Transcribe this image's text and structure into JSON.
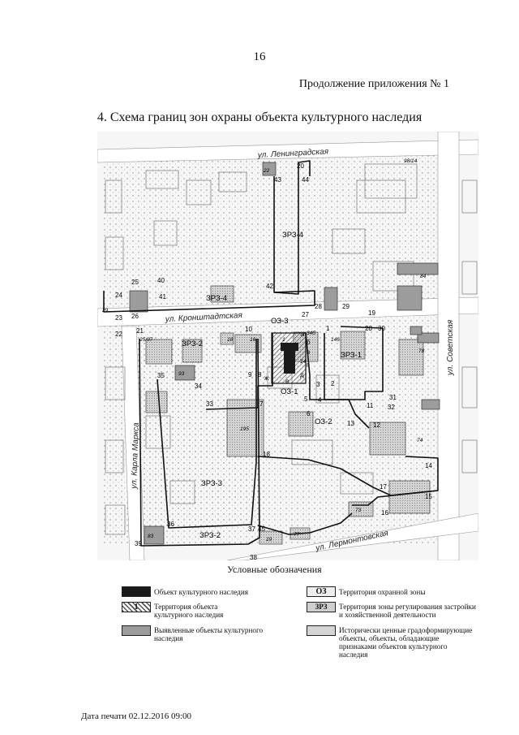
{
  "header": {
    "page_number": "16",
    "appendix": "Продолжение приложения № 1",
    "title": "4. Схема границ зон охраны объекта культурного наследия"
  },
  "map": {
    "streets": {
      "leningradskaya": "ул. Ленинградская",
      "kronshtadtskaya": "ул. Кронштадтская",
      "sovetskaya": "ул. Советская",
      "karla_marksa": "ул. Карла Маркса",
      "lermontovskaya": "ул. Лермонтовская"
    },
    "zones": {
      "zrz4_top": "ЗРЗ-4",
      "zrz4_strip": "ЗРЗ-4",
      "oz3": "ОЗ-3",
      "oz1": "ОЗ-1",
      "oz2": "ОЗ-2",
      "zrz1": "ЗРЗ-1",
      "zrz2_left": "ЗРЗ-2",
      "zrz3": "ЗРЗ-3",
      "zrz2_bottom": "ЗРЗ-2"
    },
    "points": {
      "p1": "1",
      "p2": "2",
      "p3": "3",
      "p4": "4",
      "p5": "5",
      "p6": "6",
      "p7": "7",
      "p8": "8",
      "p9": "9",
      "p10": "10",
      "p11": "11",
      "p12": "12",
      "p13": "13",
      "p14": "14",
      "p15": "15",
      "p16": "16",
      "p17": "17",
      "p18": "18",
      "p19": "19",
      "p20a": "20",
      "p20b": "20",
      "p21": "21",
      "p22": "22",
      "p23": "23",
      "p24": "24",
      "p25": "25",
      "p26": "26",
      "p27": "27",
      "p28": "28",
      "p29": "29",
      "p30": "30",
      "p31": "31",
      "p32": "32",
      "p33": "33",
      "p34": "34",
      "p35": "35",
      "p36": "36",
      "p37": "37",
      "p38": "38",
      "p39": "39",
      "p40": "40",
      "p41": "41",
      "p42": "42",
      "p43": "43",
      "p44": "44",
      "p45": "45",
      "la": "а",
      "lb": "б",
      "lv": "в",
      "lg": "г",
      "ld": "д",
      "le": "е",
      "lzh": "ж"
    },
    "object_ids": {
      "o22": "22",
      "o98": "98/14",
      "o84": "84",
      "o40": "40",
      "o41": "41",
      "o29": "29",
      "o23": "23",
      "o28": "28",
      "o2597": "25/97",
      "o18": "18",
      "o16": "16",
      "o146": "146",
      "o78": "78",
      "o93": "93",
      "o195": "195",
      "o74": "74",
      "o83": "83",
      "o19": "19",
      "o77": "77",
      "o73": "73",
      "o1": "1",
      "o14": "14",
      "o34b": "34б"
    }
  },
  "legend": {
    "title": "Условные обозначения",
    "items": [
      {
        "code": "",
        "label": "Объект культурного наследия"
      },
      {
        "code": "ОЗ",
        "label": "Территория охранной зоны"
      },
      {
        "code": "1",
        "label": "Территория объекта культурного наследия"
      },
      {
        "code": "ЗРЗ",
        "label": "Территория зоны регулирования застройки и хозяйственной деятельности"
      },
      {
        "code": "",
        "label": "Выявленные объекты культурного наследия"
      },
      {
        "code": "",
        "label": "Исторически ценные градоформирующие объекты, объекты, обладающие признаками объектов культурного наследия"
      }
    ]
  },
  "footer": {
    "print_date": "Дата печати 02.12.2016 09:00"
  },
  "colors": {
    "heritage_object": "#1a1a1a",
    "heritage_territory": "#8a8a8a",
    "identified_object": "#9c9c9c",
    "valuable_object": "#c8c8c8",
    "boundary": "#111111"
  }
}
